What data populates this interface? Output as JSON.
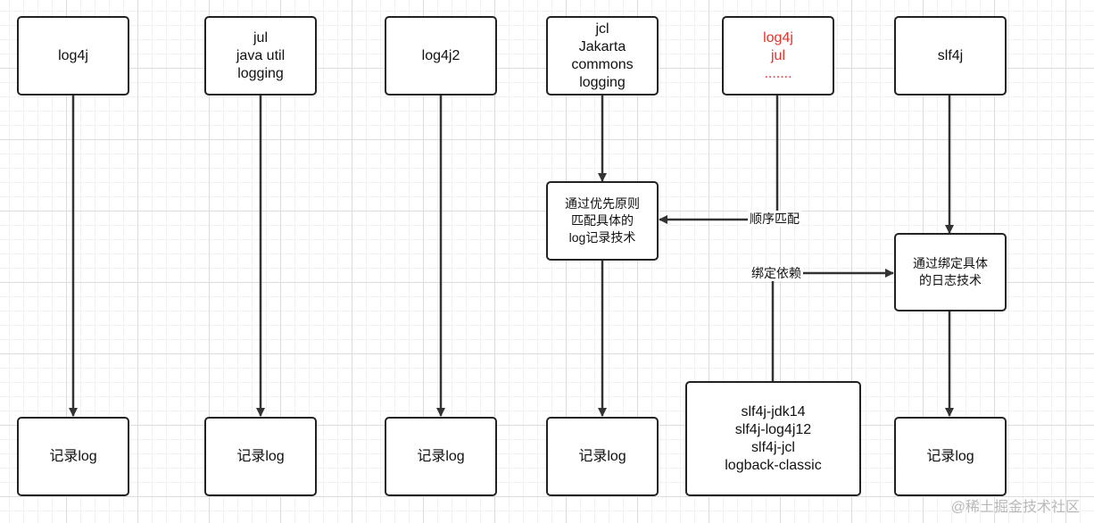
{
  "top_boxes": [
    "log4j",
    "jul\njava util\nlogging",
    "log4j2",
    "jcl\nJakarta\ncommons\nlogging",
    "log4j\njul\n.......",
    "slf4j"
  ],
  "bottom_boxes": [
    "记录log",
    "记录log",
    "记录log",
    "记录log",
    "记录log"
  ],
  "jcl_middle": "通过优先原则\n匹配具体的\nlog记录技术",
  "slf4j_middle": "通过绑定具体\n的日志技术",
  "bindings_box": "slf4j-jdk14\nslf4j-log4j12\nslf4j-jcl\nlogback-classic",
  "labels": {
    "order_match": "顺序匹配",
    "bind_dependency": "绑定依赖"
  },
  "watermark": "@稀土掘金技术社区",
  "colors": {
    "highlight": "#e8332b",
    "stroke": "#333333"
  }
}
